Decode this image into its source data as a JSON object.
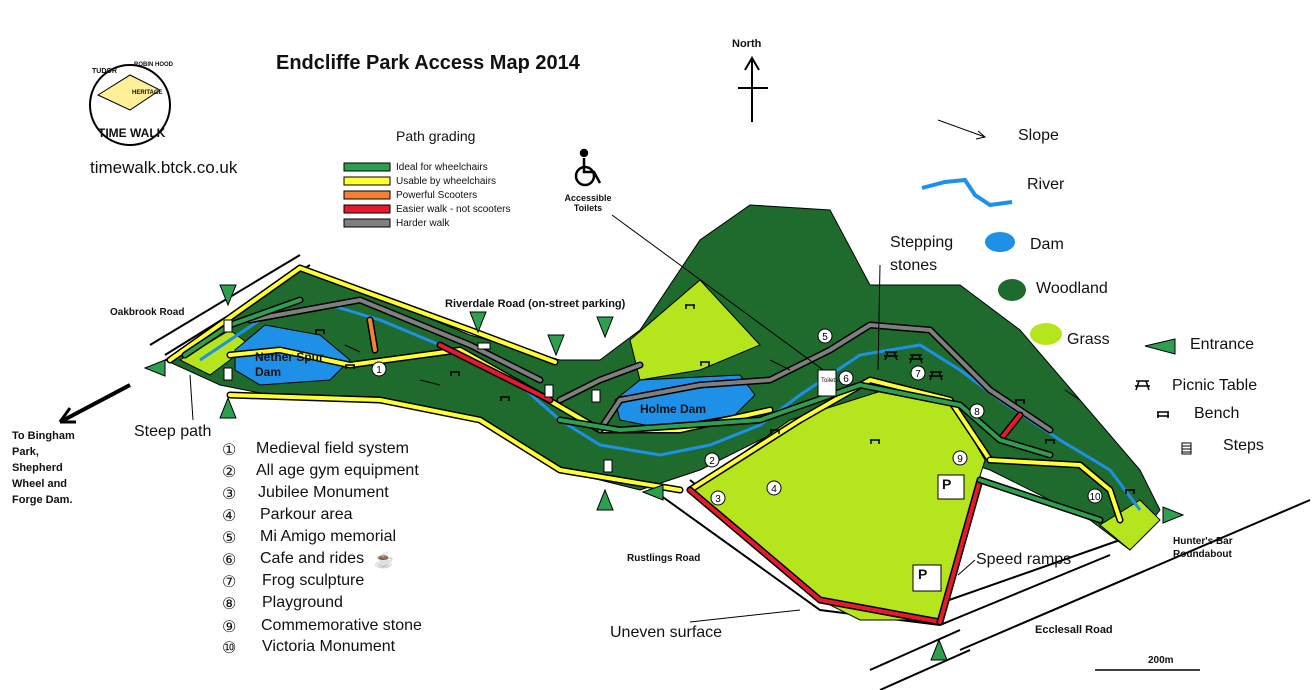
{
  "map": {
    "title": "Endcliffe Park Access Map 2014",
    "website": "timewalk.btck.co.uk",
    "logo_text": [
      "TUDOR",
      "ROBIN HOOD",
      "HERITAGE",
      "TIME WALK"
    ],
    "north_label": "North",
    "path_grading": {
      "heading": "Path grading",
      "items": [
        {
          "label": "Ideal for wheelchairs",
          "color": "#2e9e4f"
        },
        {
          "label": "Usable by wheelchairs",
          "color": "#ffff33"
        },
        {
          "label": "Powerful Scooters",
          "color": "#f58233"
        },
        {
          "label": "Easier walk - not scooters",
          "color": "#e8192c"
        },
        {
          "label": "Harder walk",
          "color": "#7f7f7f"
        }
      ]
    },
    "key": [
      {
        "label": "Slope",
        "icon": "slope-arrow-icon"
      },
      {
        "label": "River",
        "icon": "river-icon",
        "color": "#1e90e8"
      },
      {
        "label": "Dam",
        "icon": "dam-icon",
        "color": "#1e90e8"
      },
      {
        "label": "Woodland",
        "icon": "woodland-icon",
        "color": "#1f6b2e"
      },
      {
        "label": "Grass",
        "icon": "grass-icon",
        "color": "#b5e61d"
      },
      {
        "label": "Entrance",
        "icon": "entrance-icon",
        "color": "#2e9e4f"
      },
      {
        "label": "Picnic Table",
        "icon": "picnic-table-icon"
      },
      {
        "label": "Bench",
        "icon": "bench-icon"
      },
      {
        "label": "Steps",
        "icon": "steps-icon"
      }
    ],
    "points_of_interest": [
      {
        "num": "①",
        "label": "Medieval field system"
      },
      {
        "num": "②",
        "label": "All age gym equipment"
      },
      {
        "num": "③",
        "label": "Jubilee Monument"
      },
      {
        "num": "④",
        "label": "Parkour area"
      },
      {
        "num": "⑤",
        "label": "Mi Amigo memorial"
      },
      {
        "num": "⑥",
        "label": "Cafe and rides"
      },
      {
        "num": "⑦",
        "label": "Frog sculpture"
      },
      {
        "num": "⑧",
        "label": "Playground"
      },
      {
        "num": "⑨",
        "label": "Commemorative stone"
      },
      {
        "num": "⑩",
        "label": "Victoria Monument"
      }
    ],
    "roads": {
      "oakbrook": "Oakbrook Road",
      "riverdale": "Riverdale Road (on-street parking)",
      "rustlings": "Rustlings Road",
      "ecclesall": "Ecclesall Road",
      "hunters_bar": "Hunter's Bar Roundabout"
    },
    "labels": {
      "nether_spur_dam": "Nether Spur Dam",
      "holme_dam": "Holme Dam",
      "steep_path": "Steep path",
      "to_bingham": "To Bingham Park, Shepherd Wheel and Forge Dam.",
      "accessible_toilets": "Accessible Toilets",
      "stepping_stones": "Stepping stones",
      "speed_ramps": "Speed ramps",
      "uneven_surface": "Uneven surface",
      "scale": "200m",
      "toilets": "Toilets"
    }
  }
}
